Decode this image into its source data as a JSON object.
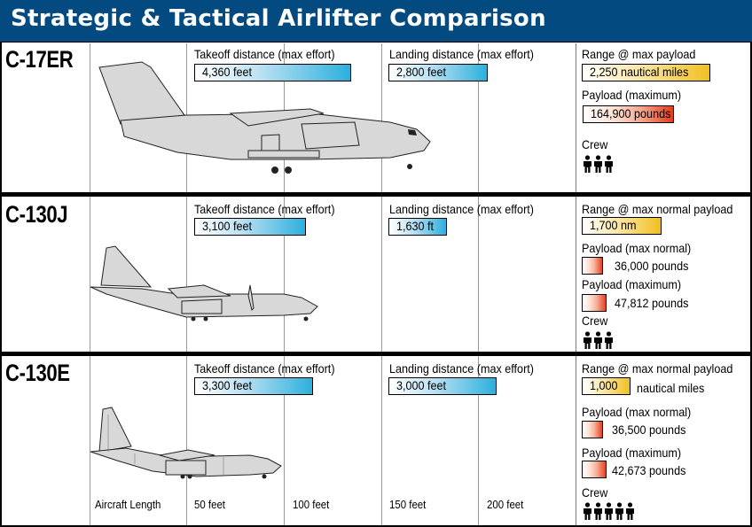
{
  "title": "Strategic & Tactical Airlifter Comparison",
  "colors": {
    "title_bg": "#034a80",
    "distance_bar_end": "#2bb0dd",
    "range_bar_end": "#f0c020",
    "payload_bar_end": "#e63a1a"
  },
  "aircraft": [
    {
      "name": "C-17ER",
      "takeoff": {
        "label": "Takeoff distance (max effort)",
        "value": "4,360 feet"
      },
      "landing": {
        "label": "Landing distance (max effort)",
        "value": "2,800 feet"
      },
      "range": {
        "label": "Range @ max payload",
        "value": "2,250 nautical miles"
      },
      "payload_max": {
        "label": "Payload (maximum)",
        "value": "164,900 pounds"
      },
      "crew": {
        "label": "Crew",
        "count": 3,
        "icon": "person-icon"
      }
    },
    {
      "name": "C-130J",
      "takeoff": {
        "label": "Takeoff distance (max effort)",
        "value": "3,100 feet"
      },
      "landing": {
        "label": "Landing distance (max effort)",
        "value": "1,630 ft"
      },
      "range": {
        "label": "Range @ max normal payload",
        "value": "1,700 nm"
      },
      "payload_normal": {
        "label": "Payload (max normal)",
        "value": "36,000 pounds"
      },
      "payload_max": {
        "label": "Payload (maximum)",
        "value": "47,812 pounds"
      },
      "crew": {
        "label": "Crew",
        "count": 3,
        "icon": "person-icon"
      }
    },
    {
      "name": "C-130E",
      "takeoff": {
        "label": "Takeoff distance (max effort)",
        "value": "3,300 feet"
      },
      "landing": {
        "label": "Landing distance (max effort)",
        "value": "3,000 feet"
      },
      "range": {
        "label": "Range @ max normal payload",
        "value": "1,000",
        "unit": "nautical miles"
      },
      "payload_normal": {
        "label": "Payload (max normal)",
        "value": "36,500 pounds"
      },
      "payload_max": {
        "label": "Payload (maximum)",
        "value": "42,673 pounds"
      },
      "crew": {
        "label": "Crew",
        "count": 5,
        "icon": "person-icon"
      }
    }
  ],
  "length_scale": {
    "label": "Aircraft Length",
    "ticks": [
      "50 feet",
      "100 feet",
      "150 feet",
      "200 feet"
    ]
  }
}
